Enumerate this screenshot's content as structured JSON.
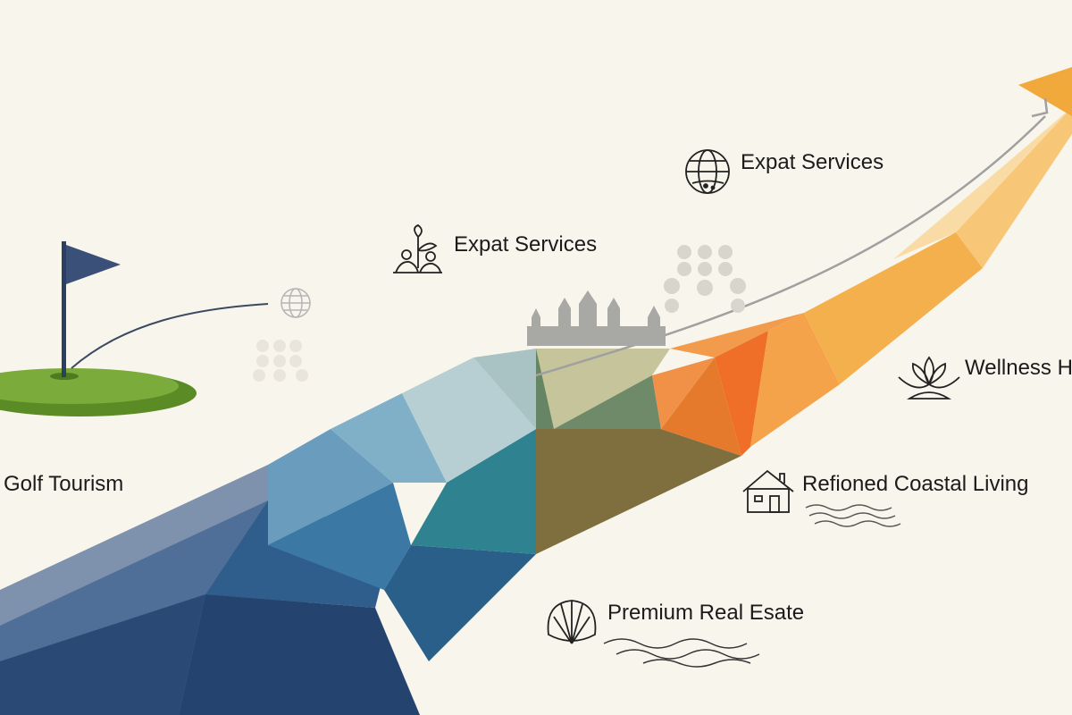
{
  "labels": {
    "golf": "Golf Tourism",
    "expat_1": "Expat Services",
    "expat_2": "Expat Services",
    "wellness": "Wellness Ho",
    "coastal": "Refioned Coastal Living",
    "real_estate": "Premium Real Esate"
  },
  "icons": [
    "golf-flag-icon",
    "globe-icon",
    "sprout-people-icon",
    "castle-skyline-icon",
    "lotus-icon",
    "house-icon",
    "waves-icon",
    "shell-icon",
    "growth-arrow-icon"
  ],
  "colors": {
    "background": "#f8f5ec",
    "blue": "#2d5485",
    "teal": "#3f8aa0",
    "olive": "#8a8a52",
    "orange": "#ec7d2b",
    "gold": "#f2b24a",
    "green": "#6f9e33"
  }
}
